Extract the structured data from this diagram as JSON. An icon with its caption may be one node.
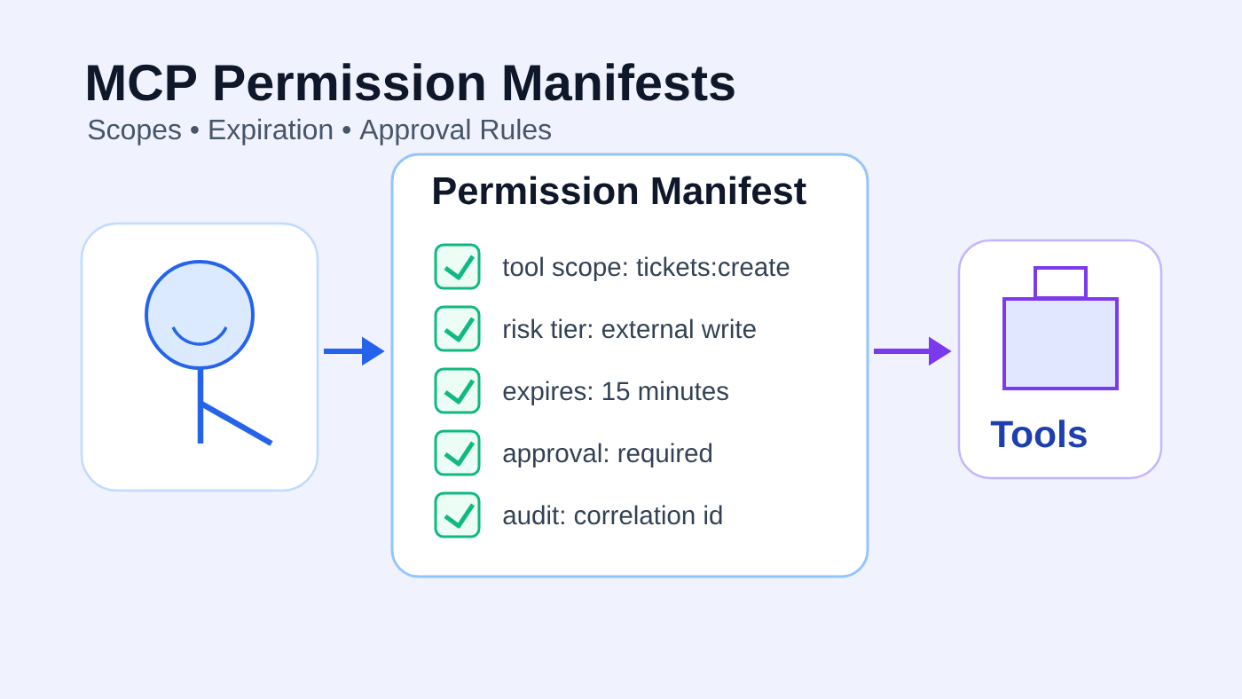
{
  "diagram": {
    "title": "MCP Permission Manifests",
    "nodes": [
      {
        "text": [],
        "shape": "person"
      },
      {
        "text": [
          "Permission Manifest",
          "tool scope: tickets:create",
          "risk tier: external write",
          "expires: 15 minutes",
          "approval: required",
          "audit: correlation id"
        ]
      },
      {
        "text": [
          "Tools"
        ]
      }
    ],
    "edges": [
      {
        "from": 0,
        "to": 1,
        "arrow": "to",
        "color": "#2563eb"
      },
      {
        "from": 1,
        "to": 2,
        "arrow": "to",
        "color": "#7c3aed"
      }
    ],
    "labels": [
      "Scopes • Expiration • Approval Rules"
    ]
  }
}
